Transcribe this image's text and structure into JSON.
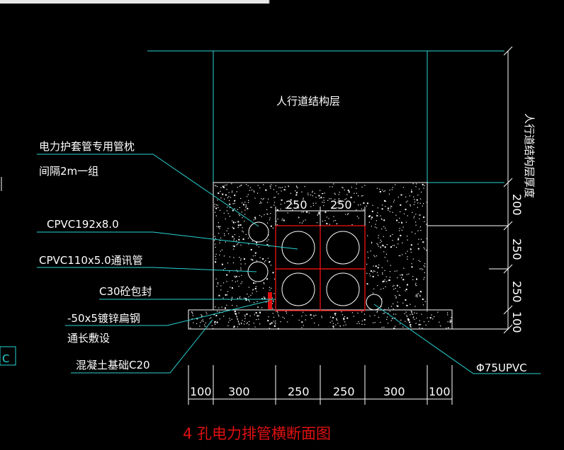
{
  "diagram": {
    "title": "4 孔电力排管横断面图",
    "colors": {
      "background": "#000000",
      "leader_lines": "#2ad4d4",
      "outline": "#ffffff",
      "duct_grid": "#e01010",
      "title": "#e01010"
    },
    "structure_layer_label": "人行道结构层",
    "right_vertical_label": "人行道结构层厚度",
    "callouts": {
      "pipe_pillow_line1": "电力护套管专用管枕",
      "pipe_pillow_line2": "间隔2m一组",
      "cpvc192": "CPVC192x8.0",
      "cpvc110": "CPVC110x5.0通讯管",
      "c30": "C30砼包封",
      "steel_line1": "-50x5镀锌扁钢",
      "steel_line2": "通长敷设",
      "foundation": "混凝土基础C20",
      "upvc": "Φ75UPVC"
    },
    "top_dims": [
      "250",
      "250"
    ],
    "right_dims": [
      "200",
      "250",
      "250",
      "100"
    ],
    "bottom_dims": [
      "100",
      "300",
      "250",
      "250",
      "300",
      "100"
    ],
    "left_edge_fragment": "C"
  }
}
